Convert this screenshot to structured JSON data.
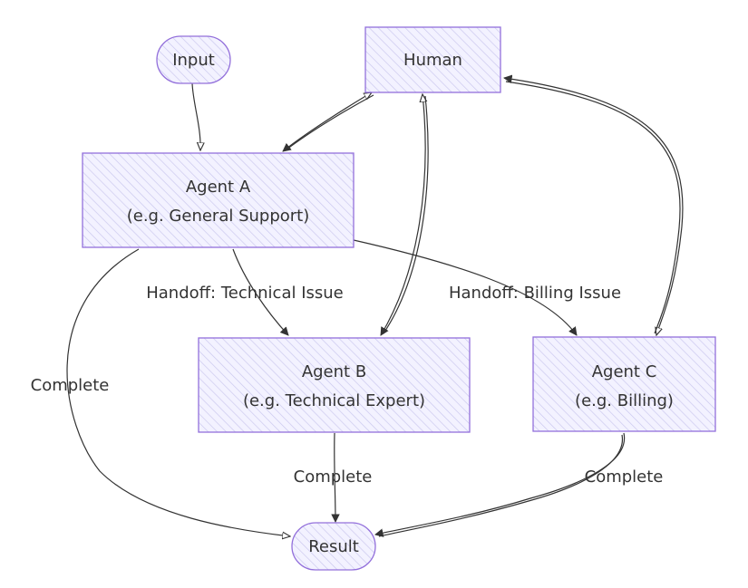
{
  "nodes": {
    "input": {
      "label": "Input"
    },
    "human": {
      "label": "Human"
    },
    "agent_a": {
      "line1": "Agent A",
      "line2": "(e.g. General Support)"
    },
    "agent_b": {
      "line1": "Agent B",
      "line2": "(e.g. Technical Expert)"
    },
    "agent_c": {
      "line1": "Agent C",
      "line2": "(e.g. Billing)"
    },
    "result": {
      "label": "Result"
    }
  },
  "edges": {
    "handoff_technical": "Handoff: Technical Issue",
    "handoff_billing": "Handoff: Billing Issue",
    "complete_a": "Complete",
    "complete_b": "Complete",
    "complete_c": "Complete"
  },
  "colors": {
    "node_fill": "#ECECFF",
    "node_stroke": "#9370DB",
    "hatch_stroke": "#C9C6EE",
    "edge": "#333333",
    "text": "#333333"
  }
}
